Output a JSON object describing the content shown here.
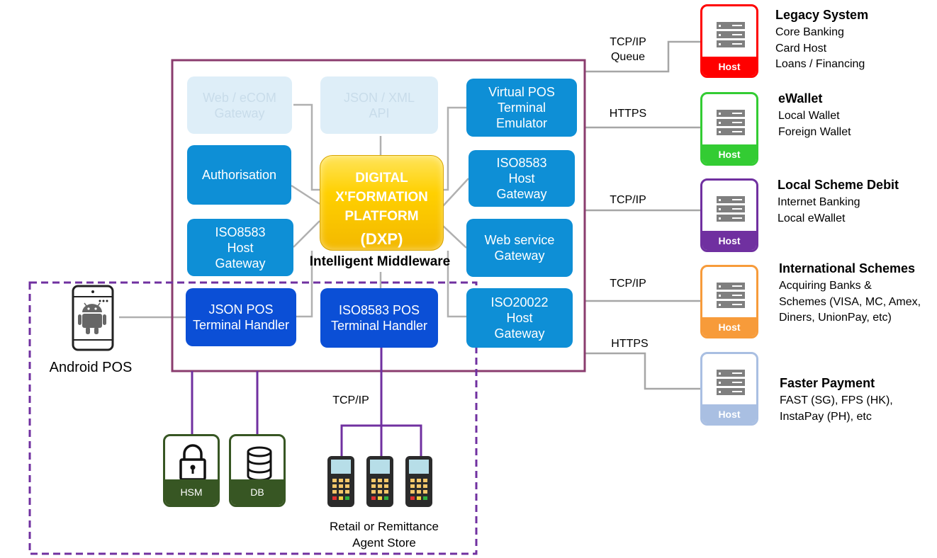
{
  "middleware": {
    "title": "Intelligent Middleware",
    "core": {
      "line1": "DIGITAL\nX'FORMATION\nPLATFORM",
      "line2": "(DXP)"
    },
    "modules": {
      "web_ecom": "Web / eCOM\nGateway",
      "json_xml": "JSON / XML\nAPI",
      "virtual_pos": "Virtual POS\nTerminal\nEmulator",
      "authorisation": "Authorisation",
      "iso8583_host_right": "ISO8583\nHost\nGateway",
      "iso8583_host_left": "ISO8583\nHost\nGateway",
      "web_service": "Web service\nGateway",
      "json_pos": "JSON POS\nTerminal Handler",
      "iso8583_pos": "ISO8583 POS\nTerminal Handler",
      "iso20022": "ISO20022\nHost\nGateway"
    }
  },
  "android_pos": {
    "label": "Android POS"
  },
  "store": {
    "protocol": "TCP/IP",
    "label": "Retail or Remittance\nAgent Store"
  },
  "security": {
    "hsm": "HSM",
    "db": "DB"
  },
  "connections": {
    "legacy": "TCP/IP\nQueue",
    "ewallet": "HTTPS",
    "local_scheme": "TCP/IP",
    "international": "TCP/IP",
    "faster_payment": "HTTPS"
  },
  "systems": [
    {
      "title": "Legacy System",
      "items": "Core Banking\nCard Host\nLoans / Financing",
      "host_label": "Host",
      "color": "#ff0000"
    },
    {
      "title": "eWallet",
      "items": "Local Wallet\nForeign Wallet",
      "host_label": "Host",
      "color": "#33cc33"
    },
    {
      "title": "Local Scheme Debit",
      "items": "Internet Banking\nLocal eWallet",
      "host_label": "Host",
      "color": "#7030a0"
    },
    {
      "title": "International Schemes",
      "items": "Acquiring Banks &\nSchemes (VISA, MC, Amex,\nDiners, UnionPay, etc)",
      "host_label": "Host",
      "color": "#f79b3a"
    },
    {
      "title": "Faster Payment",
      "items": "FAST (SG),  FPS (HK),\nInstaPay (PH), etc",
      "host_label": "Host",
      "color": "#a9bfe2"
    }
  ],
  "colors": {
    "frame": "#8a3c6e",
    "dashed": "#7030a0",
    "light_blue": "#0e8fd6",
    "dark_blue": "#0b4fd6",
    "dxp_gold": "#ffd000",
    "secure_green": "#375623"
  }
}
